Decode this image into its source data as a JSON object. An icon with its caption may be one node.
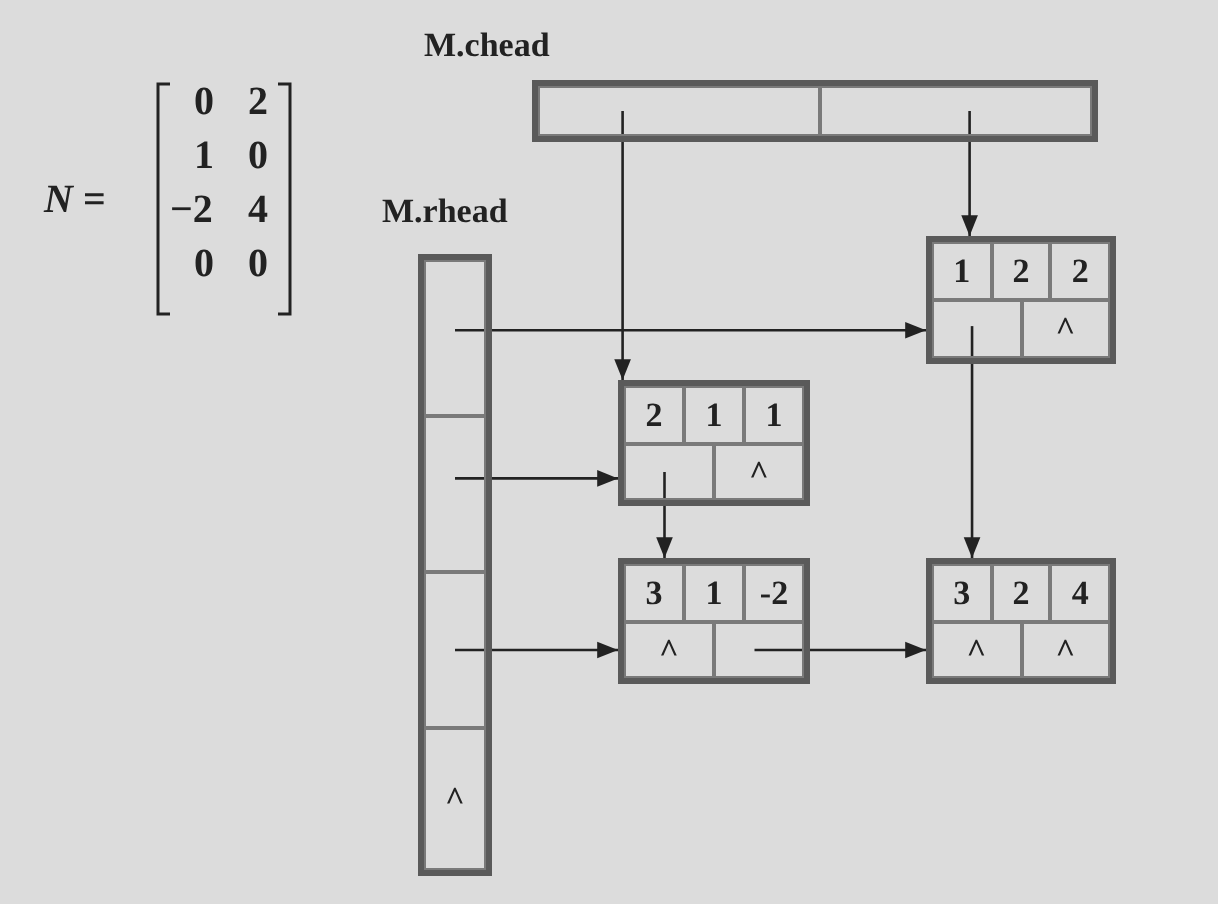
{
  "diagram": {
    "nodes": [
      {
        "text": [
          "M.chead"
        ]
      },
      {
        "text": [],
        "shape": "box",
        "in": 0
      },
      {
        "text": [],
        "shape": "box",
        "in": 0
      },
      {
        "text": [
          "M.rhead"
        ]
      },
      {
        "text": [],
        "shape": "box",
        "in": 3
      },
      {
        "text": [],
        "shape": "box",
        "in": 3
      },
      {
        "text": [],
        "shape": "box",
        "in": 3
      },
      {
        "text": [
          "^"
        ],
        "in": 3
      },
      {
        "text": [],
        "shape": "box"
      },
      {
        "text": [
          "1"
        ],
        "in": 8
      },
      {
        "text": [
          "2"
        ],
        "in": 8
      },
      {
        "text": [
          "2"
        ],
        "in": 8
      },
      {
        "text": [],
        "shape": "box",
        "in": 8
      },
      {
        "text": [
          "^"
        ],
        "in": 8
      },
      {
        "text": [],
        "shape": "box"
      },
      {
        "text": [
          "2"
        ],
        "in": 14
      },
      {
        "text": [
          "1"
        ],
        "in": 14
      },
      {
        "text": [
          "1"
        ],
        "in": 14
      },
      {
        "text": [],
        "shape": "box",
        "in": 14
      },
      {
        "text": [
          "^"
        ],
        "in": 14
      },
      {
        "text": [],
        "shape": "box"
      },
      {
        "text": [
          "3"
        ],
        "in": 20
      },
      {
        "text": [
          "1"
        ],
        "in": 20
      },
      {
        "text": [
          "-2"
        ],
        "in": 20
      },
      {
        "text": [
          "^"
        ],
        "in": 20
      },
      {
        "text": [],
        "shape": "box",
        "in": 20
      },
      {
        "text": [],
        "shape": "box"
      },
      {
        "text": [
          "3"
        ],
        "in": 26
      },
      {
        "text": [
          "2"
        ],
        "in": 26
      },
      {
        "text": [
          "4"
        ],
        "in": 26
      },
      {
        "text": [
          "^"
        ],
        "in": 26
      },
      {
        "text": [
          "^"
        ],
        "in": 26
      }
    ],
    "edges": [
      {
        "from": 1,
        "to": 14,
        "arrow": "to"
      },
      {
        "from": 2,
        "to": 8,
        "arrow": "to"
      },
      {
        "from": 4,
        "to": 8,
        "arrow": "to"
      },
      {
        "from": 5,
        "to": 14,
        "arrow": "to"
      },
      {
        "from": 6,
        "to": 20,
        "arrow": "to"
      },
      {
        "from": 12,
        "to": 26,
        "arrow": "to"
      },
      {
        "from": 18,
        "to": 20,
        "arrow": "to"
      },
      {
        "from": 25,
        "to": 26,
        "arrow": "to"
      }
    ],
    "labels": [
      "*N* =",
      "0",
      "2",
      "1",
      "0",
      "−2",
      "4",
      "0",
      "0"
    ]
  }
}
